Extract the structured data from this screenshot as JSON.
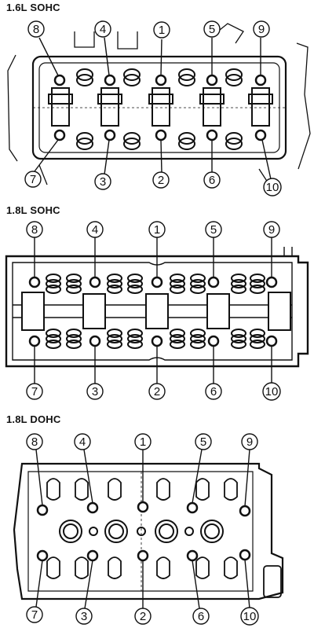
{
  "panels": [
    {
      "id": "sohc16",
      "title": "1.6L SOHC",
      "callouts": {
        "top": [
          "8",
          "4",
          "1",
          "5",
          "9"
        ],
        "bottom": [
          "7",
          "3",
          "2",
          "6",
          "10"
        ]
      }
    },
    {
      "id": "sohc18",
      "title": "1.8L SOHC",
      "callouts": {
        "top": [
          "8",
          "4",
          "1",
          "5",
          "9"
        ],
        "bottom": [
          "7",
          "3",
          "2",
          "6",
          "10"
        ]
      }
    },
    {
      "id": "dohc18",
      "title": "1.8L DOHC",
      "callouts": {
        "top": [
          "8",
          "4",
          "1",
          "5",
          "9"
        ],
        "bottom": [
          "7",
          "3",
          "2",
          "6",
          "10"
        ]
      }
    }
  ]
}
